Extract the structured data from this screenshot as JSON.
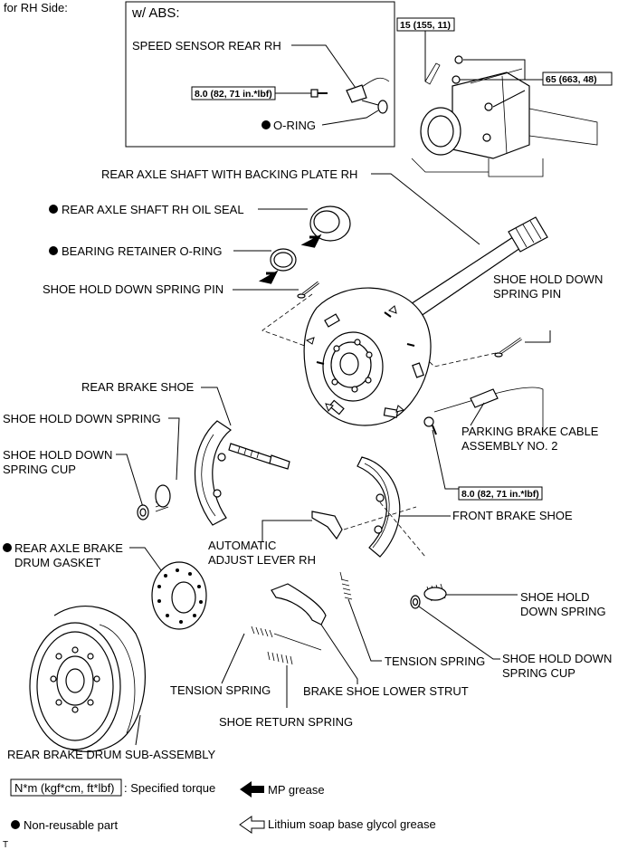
{
  "side_label": "for RH Side:",
  "inset": {
    "title": "w/ ABS:",
    "speed_sensor": "SPEED SENSOR REAR RH",
    "torque_sensor": "8.0 (82, 71 in.*lbf)",
    "oring": "O-RING",
    "torque_15": "15 (155, 11)",
    "torque_65": "65 (663, 48)"
  },
  "labels": {
    "axle_shaft": "REAR AXLE SHAFT WITH BACKING PLATE RH",
    "oil_seal": "REAR AXLE SHAFT RH OIL SEAL",
    "bearing_oring": "BEARING RETAINER O-RING",
    "pin_left": "SHOE HOLD DOWN SPRING PIN",
    "pin_right_1": "SHOE HOLD DOWN",
    "pin_right_2": "SPRING PIN",
    "rear_shoe": "REAR BRAKE SHOE",
    "hold_spring_left": "SHOE HOLD DOWN SPRING",
    "cup_left_1": "SHOE HOLD DOWN",
    "cup_left_2": "SPRING CUP",
    "cable_1": "PARKING BRAKE CABLE",
    "cable_2": "ASSEMBLY NO. 2",
    "torque_cable": "8.0 (82, 71 in.*lbf)",
    "front_shoe": "FRONT BRAKE SHOE",
    "adjust_1": "AUTOMATIC",
    "adjust_2": "ADJUST LEVER RH",
    "gasket_1": "REAR AXLE BRAKE",
    "gasket_2": "DRUM GASKET",
    "hold_spring_right_1": "SHOE HOLD",
    "hold_spring_right_2": "DOWN SPRING",
    "cup_right_1": "SHOE HOLD DOWN",
    "cup_right_2": "SPRING CUP",
    "tension_right": "TENSION SPRING",
    "tension_left": "TENSION SPRING",
    "strut": "BRAKE SHOE LOWER STRUT",
    "return_spring": "SHOE RETURN SPRING",
    "drum": "REAR BRAKE DRUM SUB-ASSEMBLY"
  },
  "legend": {
    "torque_box": "N*m (kgf*cm, ft*lbf)",
    "torque_text": ": Specified torque",
    "mp_grease": "MP grease",
    "non_reusable": "Non-reusable part",
    "lithium": "Lithium soap base glycol grease"
  },
  "footer_mark": "T"
}
